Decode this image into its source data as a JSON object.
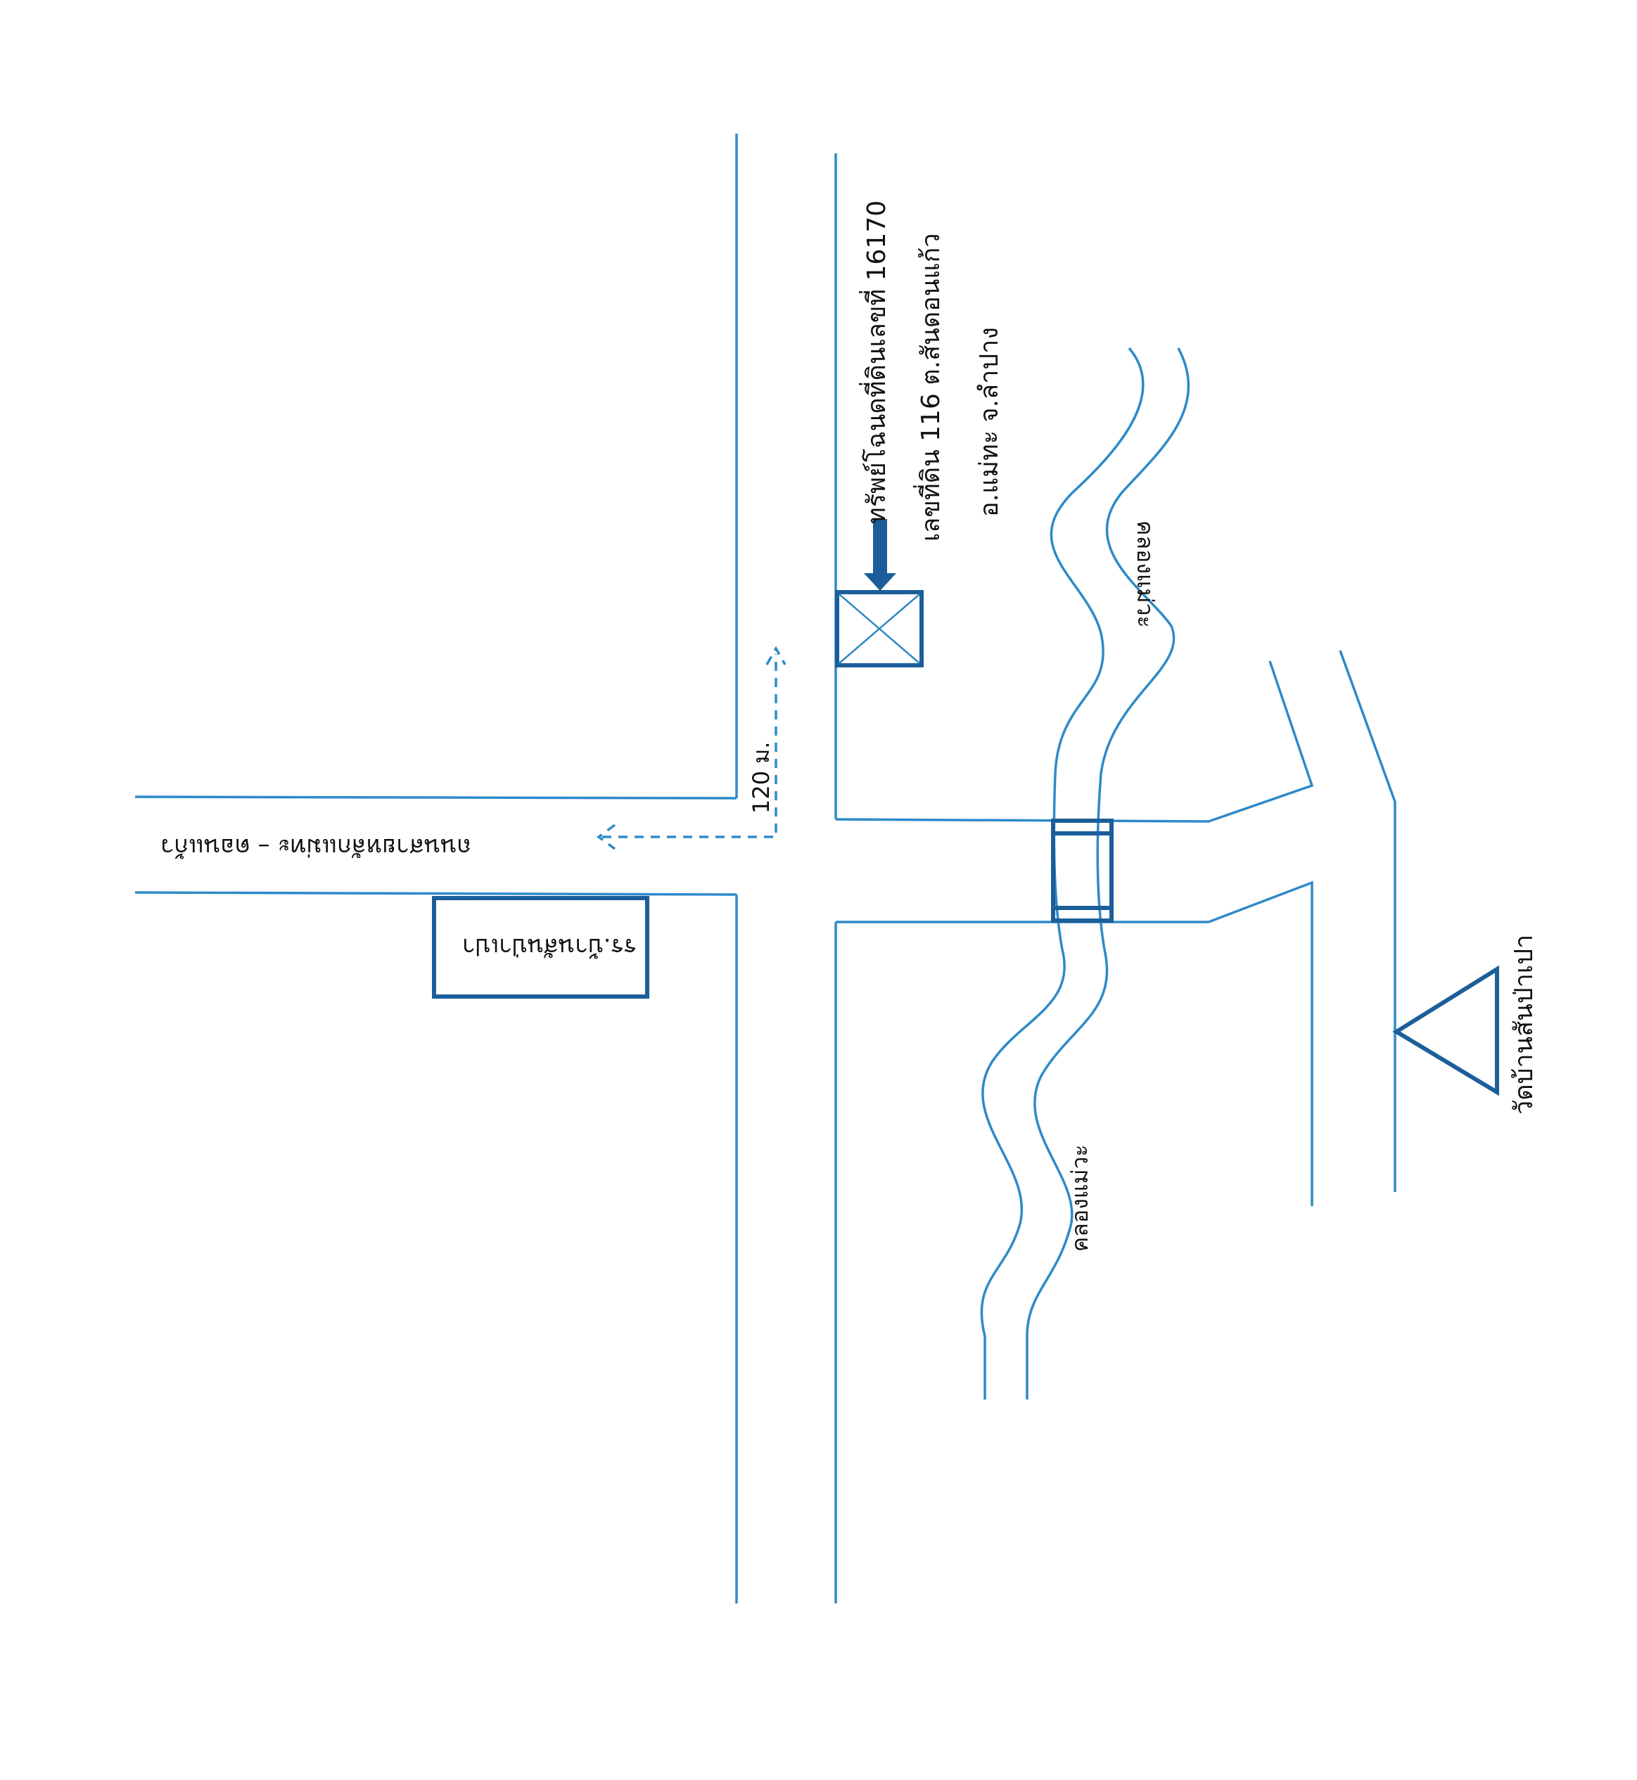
{
  "property": {
    "line1": "ทรัพย์โฉนดที่ดินเลขที่ 16170",
    "line2": "เลขที่ดิน 116 ต.สันดอนแก้ว",
    "line3": "อ.แม่ทะ จ.ลำปาง"
  },
  "road_name": "ถนนสายหลักแม่ทะ – ดอนแก้ว",
  "school_name": "รร.บ้านสันป่าเปา",
  "distance_label": "120 ม.",
  "canal_label_upper": "คลองแม่วะ",
  "canal_label_lower": "คลองแม่วะ",
  "temple_name": "วัดบ้านสันป่าเปา",
  "colors": {
    "road": "#2e8ac8",
    "marker": "#1b5e9a",
    "text": "#111111"
  },
  "icons": [
    "property-marker-icon",
    "arrow-down-icon",
    "temple-triangle-icon",
    "bridge-icon"
  ]
}
